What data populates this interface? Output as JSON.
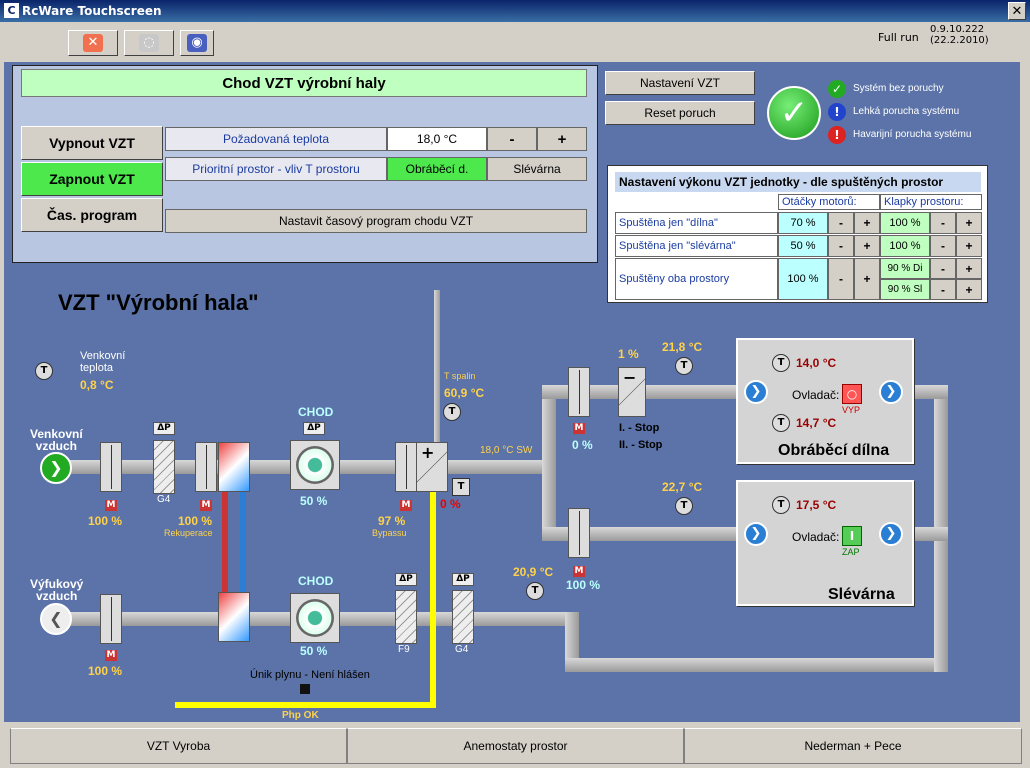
{
  "window": {
    "title": "RcWare Touchscreen",
    "close_glyph": "✕",
    "mode": "Full run",
    "version": "0.9.10.222 (22.2.2010)"
  },
  "control": {
    "header": "Chod VZT výrobní haly",
    "btn_off": "Vypnout VZT",
    "btn_on": "Zapnout VZT",
    "btn_sched": "Čas. program",
    "req_temp_label": "Požadovaná teplota",
    "req_temp_value": "18,0 °C",
    "minus": "-",
    "plus": "+",
    "priority_label": "Prioritní prostor - vliv T prostoru",
    "priority_a": "Obráběcí d.",
    "priority_b": "Slévárna",
    "sched_btn": "Nastavit časový program chodu VZT",
    "btn_settings": "Nastavení VZT",
    "btn_reset": "Reset poruch"
  },
  "status": {
    "ok": "Systém bez poruchy",
    "light": "Lehká porucha systému",
    "heavy": "Havarijní porucha systému"
  },
  "perf": {
    "title": "Nastavení výkonu VZT jednotky - dle spuštěných prostor",
    "col_motor": "Otáčky motorů:",
    "col_dampers": "Klapky prostoru:",
    "rows": [
      {
        "label": "Spuštěna jen \"dílna\"",
        "motor": "70 %",
        "dampers": "100 %"
      },
      {
        "label": "Spuštěna jen \"slévárna\"",
        "motor": "50 %",
        "dampers": "100 %"
      },
      {
        "label": "Spuštěny oba prostory",
        "motor": "100 %",
        "damper_a": "90 % Di",
        "damper_b": "90 % Sl"
      }
    ]
  },
  "scheme": {
    "title": "VZT \"Výrobní hala\"",
    "outdoor_label": "Venkovní\nteplota",
    "outdoor_temp": "0,8 °C",
    "intake": "Venkovní\nvzduch",
    "exhaust": "Výfukový\nvzduch",
    "damper1_pct": "100 %",
    "filter_g4": "G4",
    "rec_pct": "100 %",
    "rec_label": "Rekuperace",
    "fan_supply_state": "CHOD",
    "fan_supply_pct": "50 %",
    "fan_exhaust_state": "CHOD",
    "fan_exhaust_pct": "50 %",
    "bypass_pct": "97 %",
    "bypass_label": "Bypassu",
    "heater_pct": "0 %",
    "flue_label": "T spalin",
    "flue_temp": "60,9 °C",
    "sw_temp": "18,0 °C SW",
    "cool_pct": "1 %",
    "cool_stage1": "I. - Stop",
    "cool_stage2": "II. - Stop",
    "damper_a_pct": "0 %",
    "damper_b_pct": "100 %",
    "exhaust_damper_pct": "100 %",
    "t_a_duct": "21,8 °C",
    "t_b_duct": "22,7 °C",
    "t_return": "20,9 °C",
    "filter_f9": "F9",
    "filter_g4b": "G4",
    "gas": "Únik plynu - Není hlášen",
    "gas_valve": "Php OK",
    "room_a": {
      "name": "Obráběcí dílna",
      "t1": "14,0 °C",
      "t2": "14,7 °C",
      "ctrl": "Ovladač:",
      "state": "VYP"
    },
    "room_b": {
      "name": "Slévárna",
      "t1": "17,5 °C",
      "ctrl": "Ovladač:",
      "state": "ZAP"
    }
  },
  "tabs": [
    "VZT Vyroba",
    "Anemostaty prostor",
    "Nederman + Pece"
  ]
}
